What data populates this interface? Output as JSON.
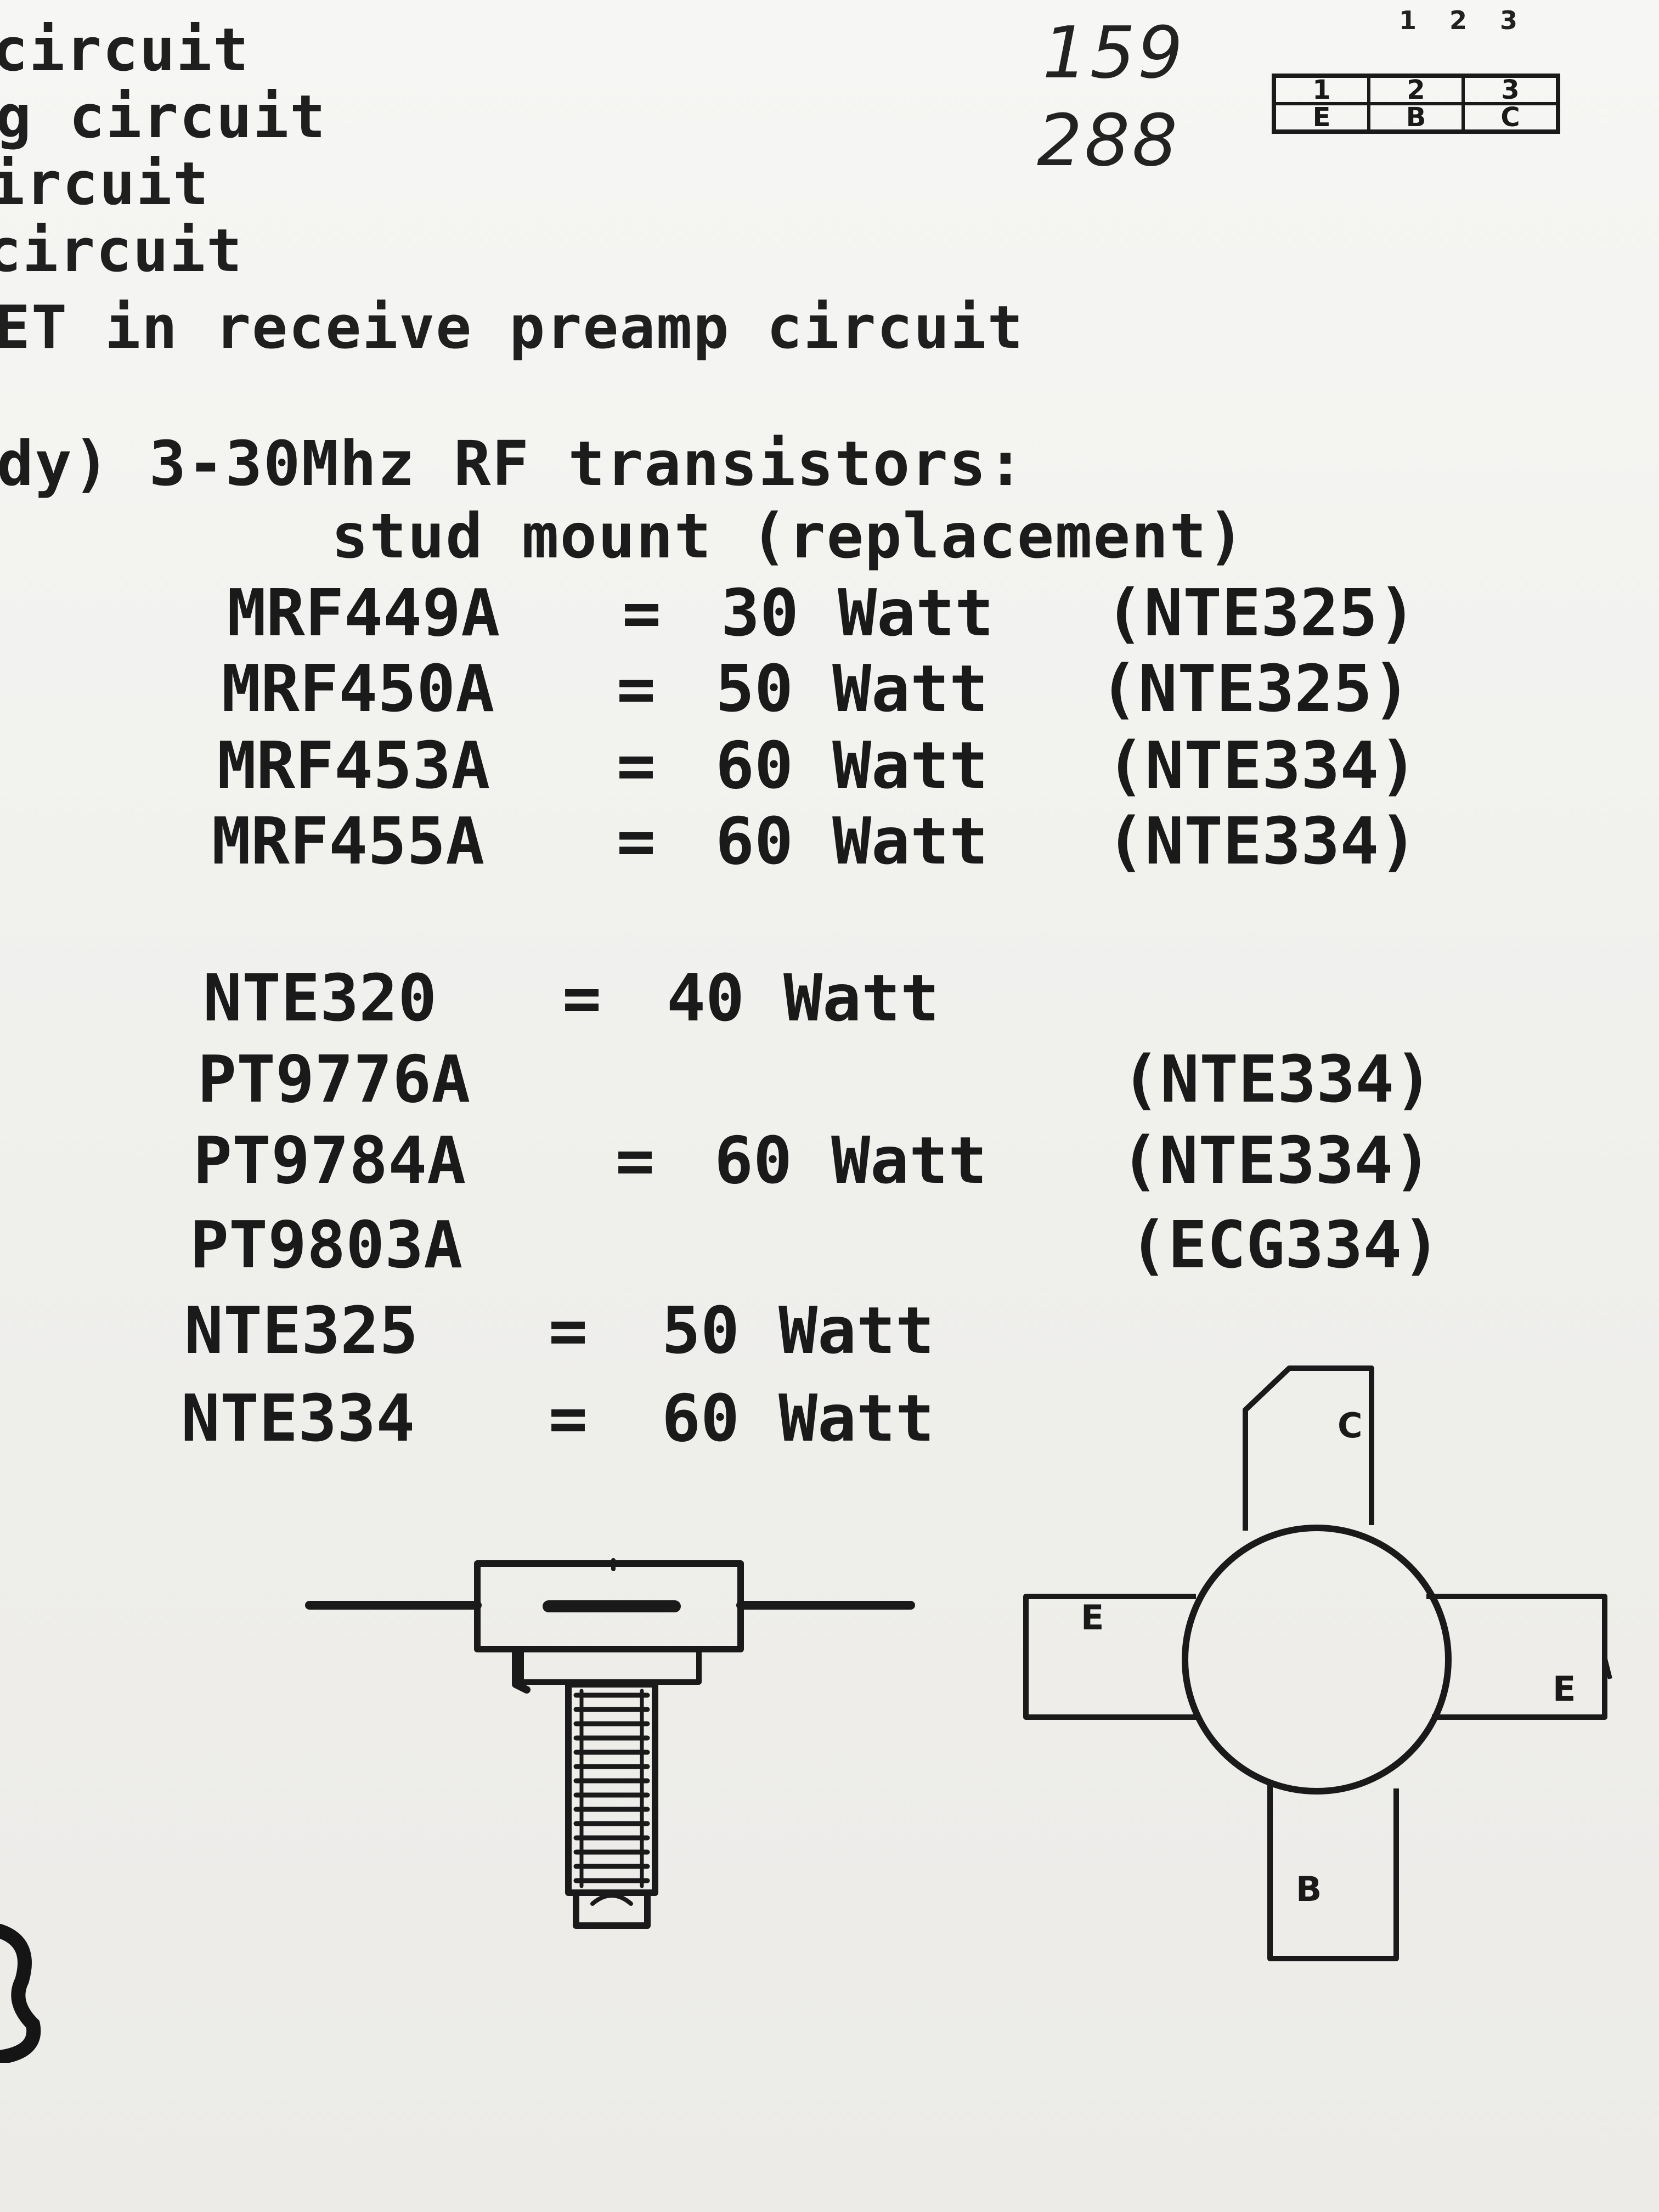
{
  "top_lines": [
    "circuit",
    "g circuit",
    "ircuit",
    "circuit",
    "ET in receive preamp circuit"
  ],
  "handwritten": {
    "n1": "159",
    "n2": "288"
  },
  "pin_table": {
    "header_numbers": "1 2 3",
    "pins": [
      "1",
      "2",
      "3"
    ],
    "labels": [
      "E",
      "B",
      "C"
    ]
  },
  "section": {
    "heading": "dy) 3-30Mhz RF transistors:",
    "subheading": "stud mount (replacement)"
  },
  "group1": [
    {
      "part": "MRF449A",
      "eq": "=",
      "rating": "30 Watt",
      "replacement": "(NTE325)"
    },
    {
      "part": "MRF450A",
      "eq": "=",
      "rating": "50 Watt",
      "replacement": "(NTE325)"
    },
    {
      "part": "MRF453A",
      "eq": "=",
      "rating": "60 Watt",
      "replacement": "(NTE334)"
    },
    {
      "part": "MRF455A",
      "eq": "=",
      "rating": "60 Watt",
      "replacement": "(NTE334)"
    }
  ],
  "group2": [
    {
      "part": "NTE320",
      "eq": "=",
      "rating": "40 Watt",
      "replacement": ""
    },
    {
      "part": "PT9776A",
      "eq": "",
      "rating": "",
      "replacement": "(NTE334)"
    },
    {
      "part": "PT9784A",
      "eq": "=",
      "rating": "60 Watt",
      "replacement": "(NTE334)"
    },
    {
      "part": "PT9803A",
      "eq": "",
      "rating": "",
      "replacement": "(ECG334)"
    },
    {
      "part": "NTE325",
      "eq": "=",
      "rating": "50 Watt",
      "replacement": ""
    },
    {
      "part": "NTE334",
      "eq": "=",
      "rating": "60 Watt",
      "replacement": ""
    }
  ],
  "diagram_labels": {
    "collector": "C",
    "emitter_left": "E",
    "emitter_right": "E",
    "base": "B"
  }
}
